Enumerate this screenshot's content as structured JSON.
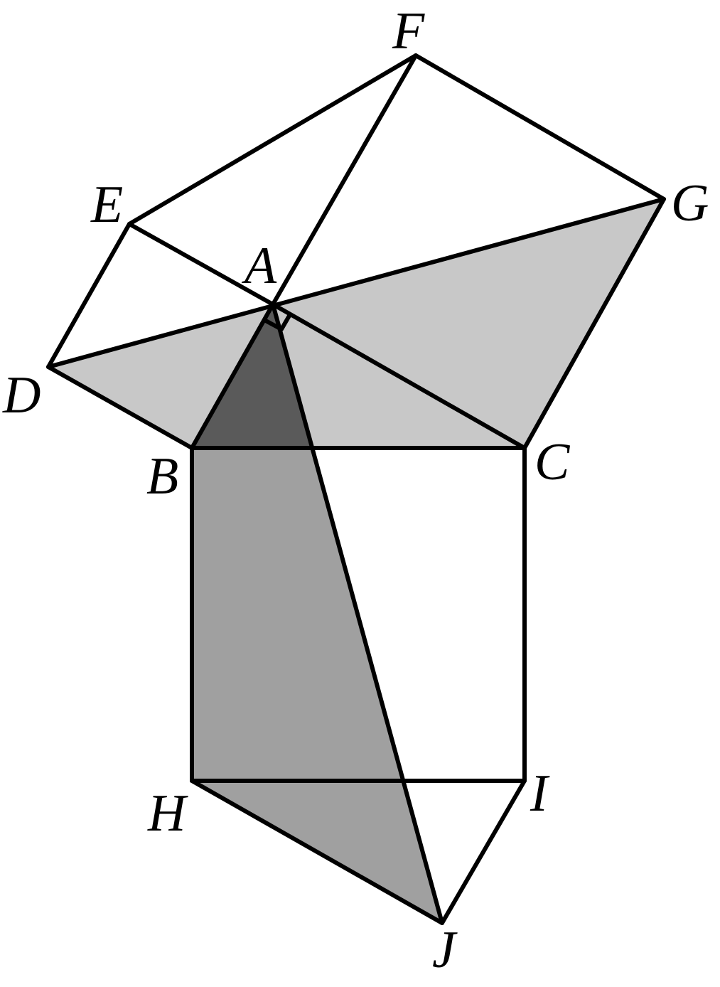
{
  "colors": {
    "background": "#ffffff",
    "stroke": "#000000",
    "light_gray": "#c8c8c8",
    "medium_gray": "#a0a0a0",
    "dark_gray": "#5a5a5a"
  },
  "labels": {
    "A": "A",
    "B": "B",
    "C": "C",
    "D": "D",
    "E": "E",
    "F": "F",
    "G": "G",
    "H": "H",
    "I": "I",
    "J": "J"
  }
}
